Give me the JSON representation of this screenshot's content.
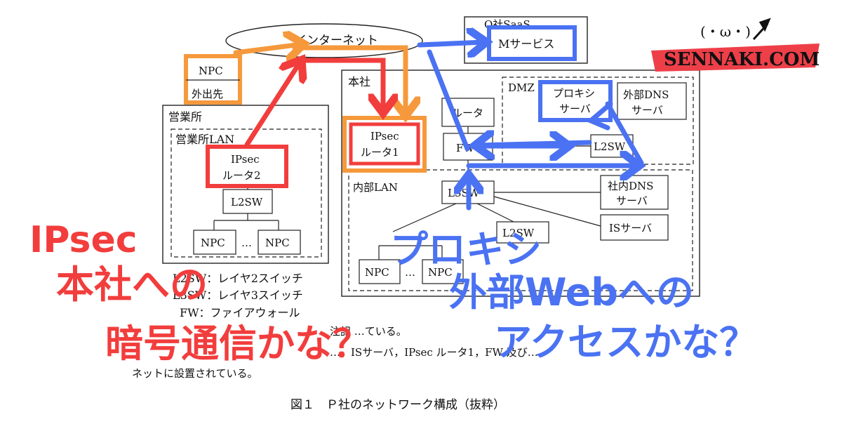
{
  "diagram": {
    "internet": "インターネット",
    "saas": {
      "company": "Q社SaaS",
      "service": "Mサービス"
    },
    "remote": {
      "npc": "NPC",
      "label": "外出先"
    },
    "branch": {
      "title": "営業所",
      "lan": "営業所LAN",
      "ipsec_router": [
        "IPsec",
        "ルータ2"
      ],
      "l2sw": "L2SW",
      "npc_left": "NPC",
      "dots": "…",
      "npc_right": "NPC"
    },
    "hq": {
      "title": "本社",
      "router": "ルータ",
      "ipsec_router": [
        "IPsec",
        "ルータ1"
      ],
      "fw": "FW",
      "dmz": "DMZ",
      "proxy": [
        "プロキシ",
        "サーバ"
      ],
      "ext_dns": [
        "外部DNS",
        "サーバ"
      ],
      "dmz_l2sw": "L2SW",
      "internal_lan": "内部LAN",
      "l3sw": "L3SW",
      "int_dns": [
        "社内DNS",
        "サーバ"
      ],
      "is_server": "ISサーバ",
      "sub_l2sw": "L2SW",
      "npc_left": "NPC",
      "dots": "…",
      "npc_right": "NPC"
    },
    "legend": [
      "L2SW：レイヤ2スイッチ",
      "L3SW：レイヤ3スイッチ",
      "FW：ファイアウォール"
    ],
    "notes": [
      "注記 …ている。",
      "…、ISサーバ，IPsec ルータ1，FW 及び…",
      "ネットに設置されている。"
    ],
    "caption": "図１　Ｐ社のネットワーク構成（抜粋）"
  },
  "overlay": {
    "red_text": [
      "IPsec",
      "本社への",
      "暗号通信かな？"
    ],
    "blue_text": [
      "プロキシ",
      "外部Webへの",
      "アクセスかな？"
    ],
    "red": "#f23d3d",
    "blue": "#4a72f2",
    "orange": "#f5993c"
  },
  "logo": {
    "text": "SENNAKI.COM",
    "face": "(・ω・)",
    "accent": "#ee3f49"
  }
}
